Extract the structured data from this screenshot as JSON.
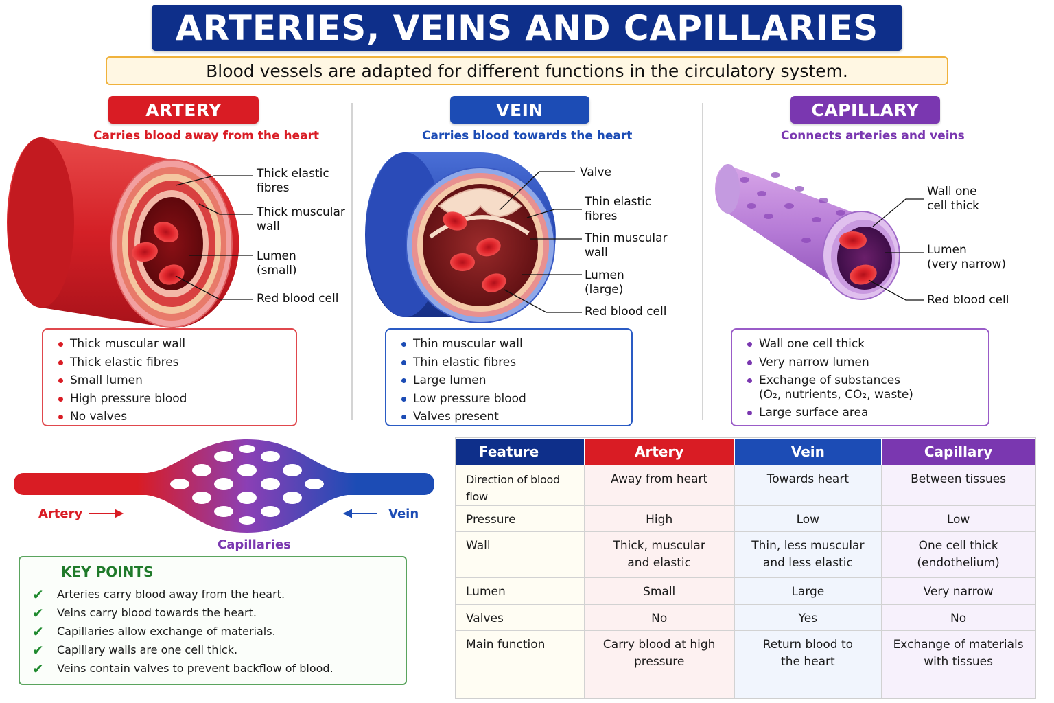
{
  "title": "ARTERIES, VEINS AND CAPILLARIES",
  "subtitle": "Blood vessels are adapted for different functions in the circulatory system.",
  "vessels": {
    "artery": {
      "name": "ARTERY",
      "description": "Carries blood away from the heart",
      "color": "#d91c24",
      "labels": [
        "Thick elastic",
        "fibres",
        "Thick muscular",
        "wall",
        "Lumen",
        "(small)",
        "Red blood cell"
      ],
      "features": [
        "Thick muscular wall",
        "Thick elastic fibres",
        "Small lumen",
        "High pressure blood",
        "No valves"
      ]
    },
    "vein": {
      "name": "VEIN",
      "description": "Carries blood towards the heart",
      "color": "#1c4cb5",
      "labels": [
        "Valve",
        "Thin elastic",
        "fibres",
        "Thin muscular",
        "wall",
        "Lumen",
        "(large)",
        "Red blood cell"
      ],
      "features": [
        "Thin muscular wall",
        "Thin elastic fibres",
        "Large lumen",
        "Low pressure blood",
        "Valves present"
      ]
    },
    "capillary": {
      "name": "CAPILLARY",
      "description": "Connects arteries and veins",
      "color": "#7a37b0",
      "labels": [
        "Wall one",
        "cell thick",
        "Lumen",
        "(very narrow)",
        "Red blood cell"
      ],
      "features": [
        "Wall one cell thick",
        "Very narrow lumen",
        "Exchange of substances",
        "(O₂, nutrients, CO₂, waste)",
        "Large surface area"
      ]
    }
  },
  "network": {
    "artery_label": "Artery",
    "vein_label": "Vein",
    "capillaries_label": "Capillaries"
  },
  "key_points": {
    "title": "KEY POINTS",
    "items": [
      "Arteries carry blood away from the heart.",
      "Veins carry blood towards the heart.",
      "Capillaries allow exchange of materials.",
      "Capillary walls are one cell thick.",
      "Veins contain valves to prevent backflow of blood."
    ]
  },
  "table": {
    "headers": [
      "Feature",
      "Artery",
      "Vein",
      "Capillary"
    ],
    "rows": [
      {
        "feature": "Direction of blood flow",
        "artery": "Away from heart",
        "vein": "Towards heart",
        "capillary": "Between tissues"
      },
      {
        "feature": "Pressure",
        "artery": "High",
        "vein": "Low",
        "capillary": "Low"
      },
      {
        "feature": "Wall",
        "artery": "Thick, muscular|and elastic",
        "vein": "Thin, less muscular|and less elastic",
        "capillary": "One cell thick|(endothelium)"
      },
      {
        "feature": "Lumen",
        "artery": "Small",
        "vein": "Large",
        "capillary": "Very narrow"
      },
      {
        "feature": "Valves",
        "artery": "No",
        "vein": "Yes",
        "capillary": "No"
      },
      {
        "feature": "Main function",
        "artery": "Carry blood at high|pressure",
        "vein": "Return blood to|the heart",
        "capillary": "Exchange of materials|with tissues"
      }
    ]
  }
}
